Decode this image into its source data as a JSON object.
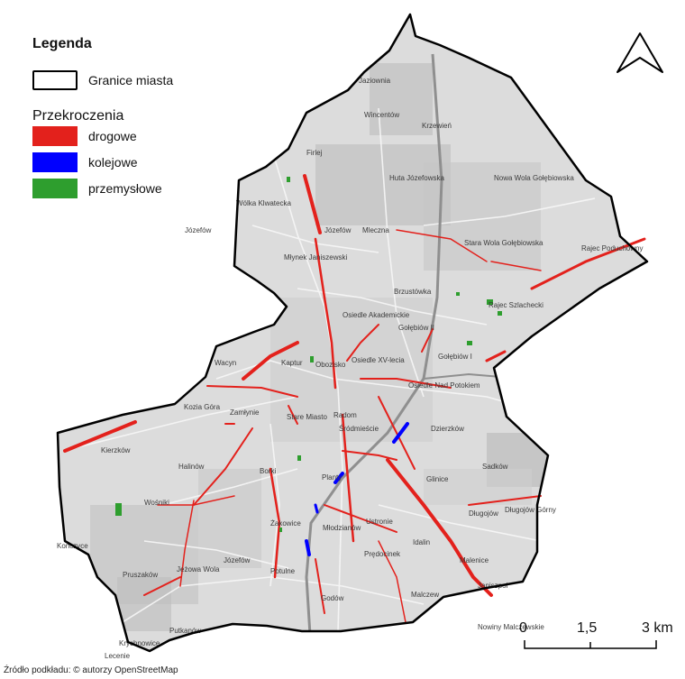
{
  "legend": {
    "title": "Legenda",
    "boundary_label": "Granice miasta",
    "section_title": "Przekroczenia",
    "items": [
      {
        "label": "drogowe",
        "color": "#e3211c"
      },
      {
        "label": "kolejowe",
        "color": "#0000ff"
      },
      {
        "label": "przemysłowe",
        "color": "#2e9e2e"
      }
    ]
  },
  "scale": {
    "labels": [
      "0",
      "1,5",
      "3 km"
    ]
  },
  "source": "Źródło podkładu: © autorzy OpenStreetMap",
  "colors": {
    "boundary": "#000000",
    "basemap": "#dcdcdc",
    "road": "#e3211c",
    "rail": "#0000ff",
    "industry": "#2e9e2e"
  },
  "north_arrow_icon": "north-arrow-icon",
  "places": [
    "Jaziownia",
    "Wincentów",
    "Krzewień",
    "Firlej",
    "Wólka Klwatecka",
    "Huta Józefowska",
    "Nowa Wola Gołębiowska",
    "Józefów",
    "Mleczna",
    "Stara Wola Gołębiowska",
    "Rajec Poduchowny",
    "Młynek Janiszewski",
    "Brzustówka",
    "Osiedle Akademickie",
    "Rajec Szlachecki",
    "Gołębiów II",
    "Gołębiów I",
    "Wacyn",
    "Kaptur",
    "Obozisko",
    "Osiedle XV-lecia",
    "Osiedle Nad Potokiem",
    "Kozia Góra",
    "Zamłynie",
    "Stare Miasto",
    "Radom",
    "Śródmieście",
    "Dzierzków",
    "Kierzków",
    "Halinów",
    "Borki",
    "Planty",
    "Sadków",
    "Glinice",
    "Wośniki",
    "Ustronie",
    "Długojów",
    "Długojów Górny",
    "Kończyce",
    "Żakowice",
    "Młodzianów",
    "Idalin",
    "Malenice",
    "Józefów",
    "Prędocinek",
    "Jeżowa Wola",
    "Potulne",
    "Malczew",
    "Godów",
    "Janiszpol",
    "Pruszaków",
    "Nowiny Malczewskie",
    "Putkanów",
    "Krychnowice",
    "Józefów",
    "Lecenie"
  ]
}
